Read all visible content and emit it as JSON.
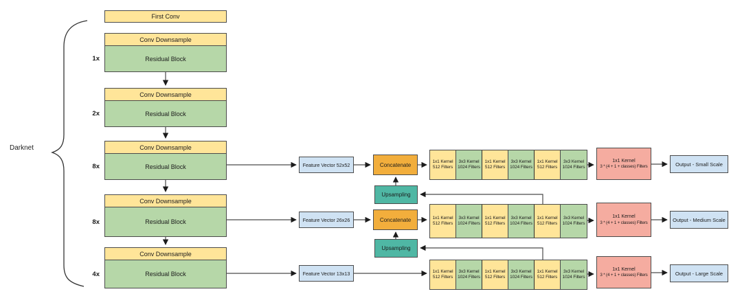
{
  "darknet": {
    "label": "Darknet",
    "first_conv": "First Conv",
    "blocks": [
      {
        "multiplier": "1x",
        "header": "Conv Downsample",
        "body": "Residual Block"
      },
      {
        "multiplier": "2x",
        "header": "Conv Downsample",
        "body": "Residual Block"
      },
      {
        "multiplier": "8x",
        "header": "Conv Downsample",
        "body": "Residual Block"
      },
      {
        "multiplier": "8x",
        "header": "Conv Downsample",
        "body": "Residual Block"
      },
      {
        "multiplier": "4x",
        "header": "Conv Downsample",
        "body": "Residual Block"
      }
    ]
  },
  "detection": {
    "kernel_cells": [
      {
        "line1": "1x1 Kernel",
        "line2": "512 Filters"
      },
      {
        "line1": "3x3 Kernel",
        "line2": "1024 Filters"
      },
      {
        "line1": "1x1 Kernel",
        "line2": "512 Filters"
      },
      {
        "line1": "3x3 Kernel",
        "line2": "1024 Filters"
      },
      {
        "line1": "1x1 Kernel",
        "line2": "512 Filters"
      },
      {
        "line1": "3x3 Kernel",
        "line2": "1024 Filters"
      }
    ],
    "rows": [
      {
        "feature_vector": "Feature Vector 52x52",
        "concatenate": "Concatenate",
        "upsampling": "Upsampling",
        "detector_line1": "1x1 Kernel",
        "detector_line2": "3 * (4 + 1 + classes) Filters",
        "output": "Output - Small Scale"
      },
      {
        "feature_vector": "Feature Vector 26x26",
        "concatenate": "Concatenate",
        "upsampling": "Upsampling",
        "detector_line1": "1x1 Kernel",
        "detector_line2": "3 * (4 + 1 + classes) Filters",
        "output": "Output - Medium Scale"
      },
      {
        "feature_vector": "Feature Vector 13x13",
        "detector_line1": "1x1 Kernel",
        "detector_line2": "3 * (4 + 1 + classes) Filters",
        "output": "Output - Large Scale"
      }
    ]
  },
  "colors": {
    "conv_yellow": "#FFE599",
    "residual_green": "#B6D7A8",
    "feature_blue": "#CFE2F3",
    "concatenate_orange": "#F2AE3C",
    "upsampling_teal": "#4FB7A4",
    "detector_pink": "#F5ACA0"
  }
}
